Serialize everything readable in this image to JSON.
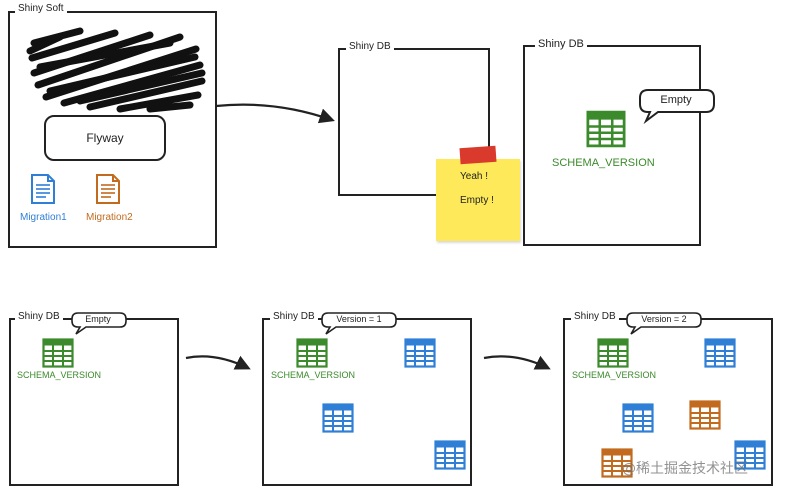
{
  "top": {
    "shiny_soft": {
      "title": "Shiny Soft",
      "flyway_label": "Flyway",
      "migrations": [
        {
          "label": "Migration1",
          "color": "#2f7fd6"
        },
        {
          "label": "Migration2",
          "color": "#c26b1e"
        }
      ]
    },
    "db_before": {
      "title": "Shiny DB",
      "sticky_note": {
        "line1": "Yeah !",
        "line2": "Empty !"
      }
    },
    "db_after": {
      "title": "Shiny DB",
      "bubble": "Empty",
      "table_label": "SCHEMA_VERSION"
    }
  },
  "bottom": {
    "stage1": {
      "title": "Shiny DB",
      "bubble": "Empty",
      "table_label": "SCHEMA_VERSION"
    },
    "stage2": {
      "title": "Shiny DB",
      "bubble": "Version = 1",
      "table_label": "SCHEMA_VERSION"
    },
    "stage3": {
      "title": "Shiny DB",
      "bubble": "Version = 2",
      "table_label": "SCHEMA_VERSION"
    }
  },
  "watermark": "@稀土掘金技术社区",
  "colors": {
    "green": "#3b8a2b",
    "blue": "#2f7fd6",
    "orange": "#c26b1e",
    "sticky": "#fde95a",
    "tape": "#d93a2b"
  }
}
